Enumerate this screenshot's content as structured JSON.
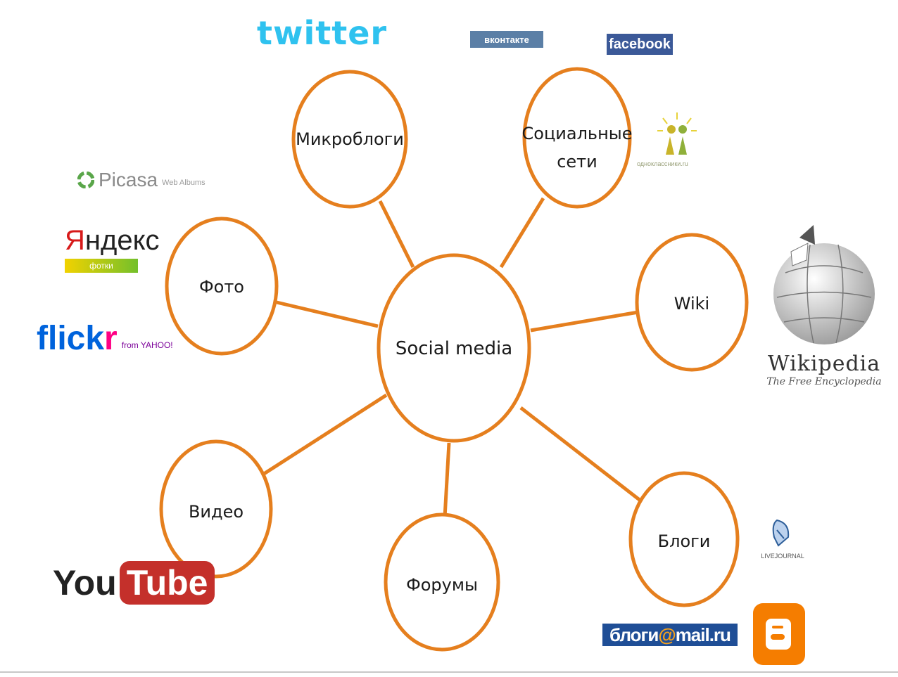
{
  "diagram": {
    "center": "Social media",
    "nodes": {
      "microblogs": "Микроблоги",
      "social_networks_line1": "Социальные",
      "social_networks_line2": "сети",
      "photo": "Фото",
      "wiki": "Wiki",
      "video": "Видео",
      "forums": "Форумы",
      "blogs": "Блоги"
    },
    "colors": {
      "node_stroke": "#e57f1e",
      "edge": "#e57f1e",
      "node_fill": "#ffffff",
      "text": "#1a1a1a"
    }
  },
  "logos": {
    "twitter": "twitter",
    "vkontakte": "вконтакте",
    "facebook": "facebook",
    "odnoklassniki": "одноклассники.ru",
    "picasa": "Picasa",
    "picasa_sub": "Web Albums",
    "yandex_first": "Я",
    "yandex_rest": "ндекс",
    "yandex_sub": "фотки",
    "flickr_a": "flick",
    "flickr_b": "r",
    "flickr_sub": "from YAHOO!",
    "youtube_you": "You",
    "youtube_tube": "Tube",
    "wikipedia": "Wikipedia",
    "wikipedia_sub": "The Free Encyclopedia",
    "livejournal_sub": "LIVEJOURNAL",
    "mail_blogs": "блоги",
    "mail_at": "@",
    "mail_domain": "mail.ru",
    "icons": [
      "twitter-logo",
      "vkontakte-logo",
      "facebook-logo",
      "odnoklassniki-logo",
      "picasa-logo",
      "yandex-fotki-logo",
      "flickr-logo",
      "youtube-logo",
      "wikipedia-logo",
      "livejournal-logo",
      "mail-blogs-logo",
      "blogger-logo"
    ]
  }
}
